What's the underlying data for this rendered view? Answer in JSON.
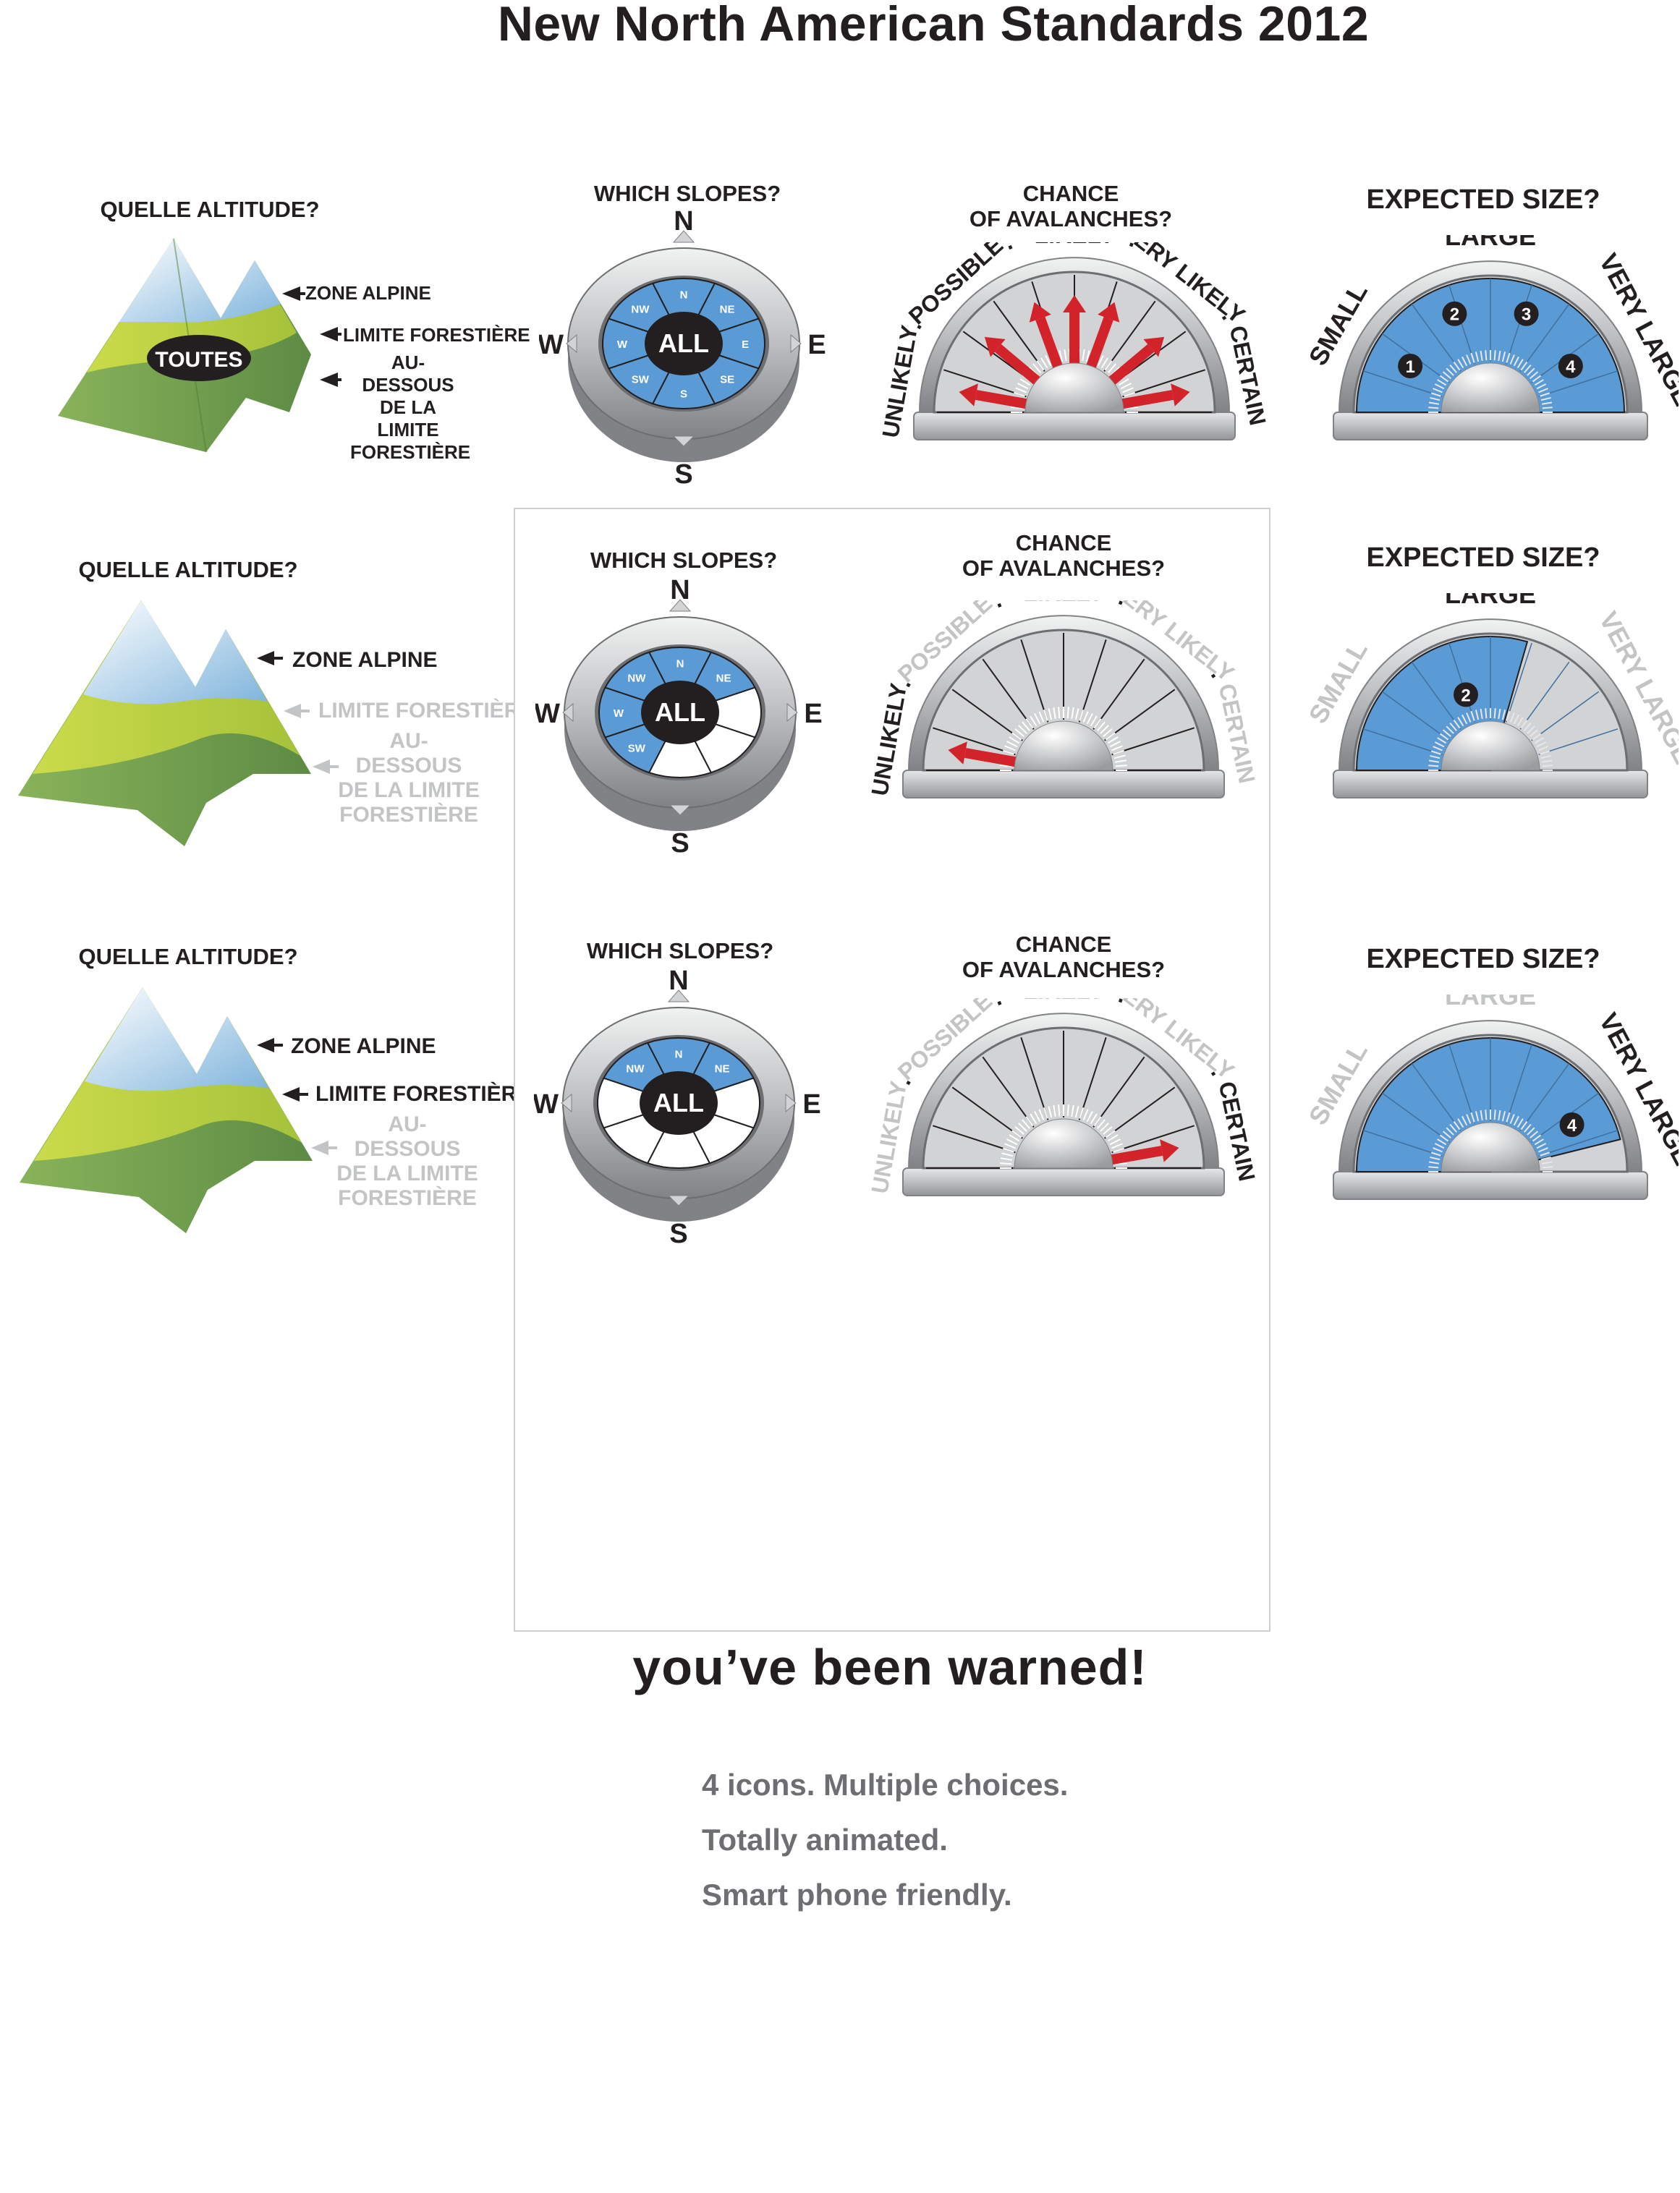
{
  "title": "New North American Standards 2012",
  "altitude": {
    "heading": "QUELLE ALTITUDE?",
    "center_label": "TOUTES",
    "zone_alpine": "ZONE ALPINE",
    "limite": "LIMITE FORESTIÈRE",
    "below_1": "AU-DESSOUS",
    "below_2": "DE LA LIMITE",
    "below_3": "FORESTIÈRE"
  },
  "compass": {
    "heading": "WHICH SLOPES?",
    "all": "ALL",
    "n": "N",
    "s": "S",
    "e": "E",
    "w": "W",
    "sectors": [
      "N",
      "NE",
      "E",
      "SE",
      "S",
      "SW",
      "W",
      "NW"
    ]
  },
  "chance": {
    "heading_1": "CHANCE",
    "heading_2": "OF AVALANCHES?",
    "scale": [
      "UNLIKELY",
      "POSSIBLE",
      "LIKELY",
      "VERY LIKELY",
      "CERTAIN"
    ]
  },
  "size": {
    "heading": "EXPECTED SIZE?",
    "labels": [
      "SMALL",
      "LARGE",
      "VERY LARGE"
    ],
    "numbers": [
      "1",
      "2",
      "3",
      "4"
    ]
  },
  "rows": [
    {
      "altitude_active": [
        "alpine",
        "treeline",
        "below"
      ],
      "slopes_selected": [
        "N",
        "NE",
        "E",
        "SE",
        "S",
        "SW",
        "W",
        "NW"
      ],
      "chance_active": [
        "UNLIKELY",
        "POSSIBLE",
        "LIKELY",
        "VERY LIKELY",
        "CERTAIN"
      ],
      "size_active": [
        "SMALL",
        "LARGE",
        "VERY LARGE"
      ]
    },
    {
      "altitude_active": [
        "alpine"
      ],
      "slopes_selected": [
        "NW",
        "N",
        "NE",
        "W",
        "SW"
      ],
      "chance_active": [
        "UNLIKELY"
      ],
      "size_active": [
        "LARGE"
      ]
    },
    {
      "altitude_active": [
        "alpine",
        "treeline"
      ],
      "slopes_selected": [
        "NW",
        "N",
        "NE"
      ],
      "chance_active": [
        "CERTAIN"
      ],
      "size_active": [
        "VERY LARGE"
      ]
    }
  ],
  "warning": "you’ve been warned!",
  "footer": [
    "4 icons. Multiple choices.",
    "Totally animated.",
    "Smart phone friendly."
  ],
  "colors": {
    "blue": "#5b9bd5",
    "red": "#d2232a",
    "gray_label": "#c3c4c6",
    "mountain_light": "#b8cf3a",
    "mountain_dark": "#6e9b4a"
  }
}
